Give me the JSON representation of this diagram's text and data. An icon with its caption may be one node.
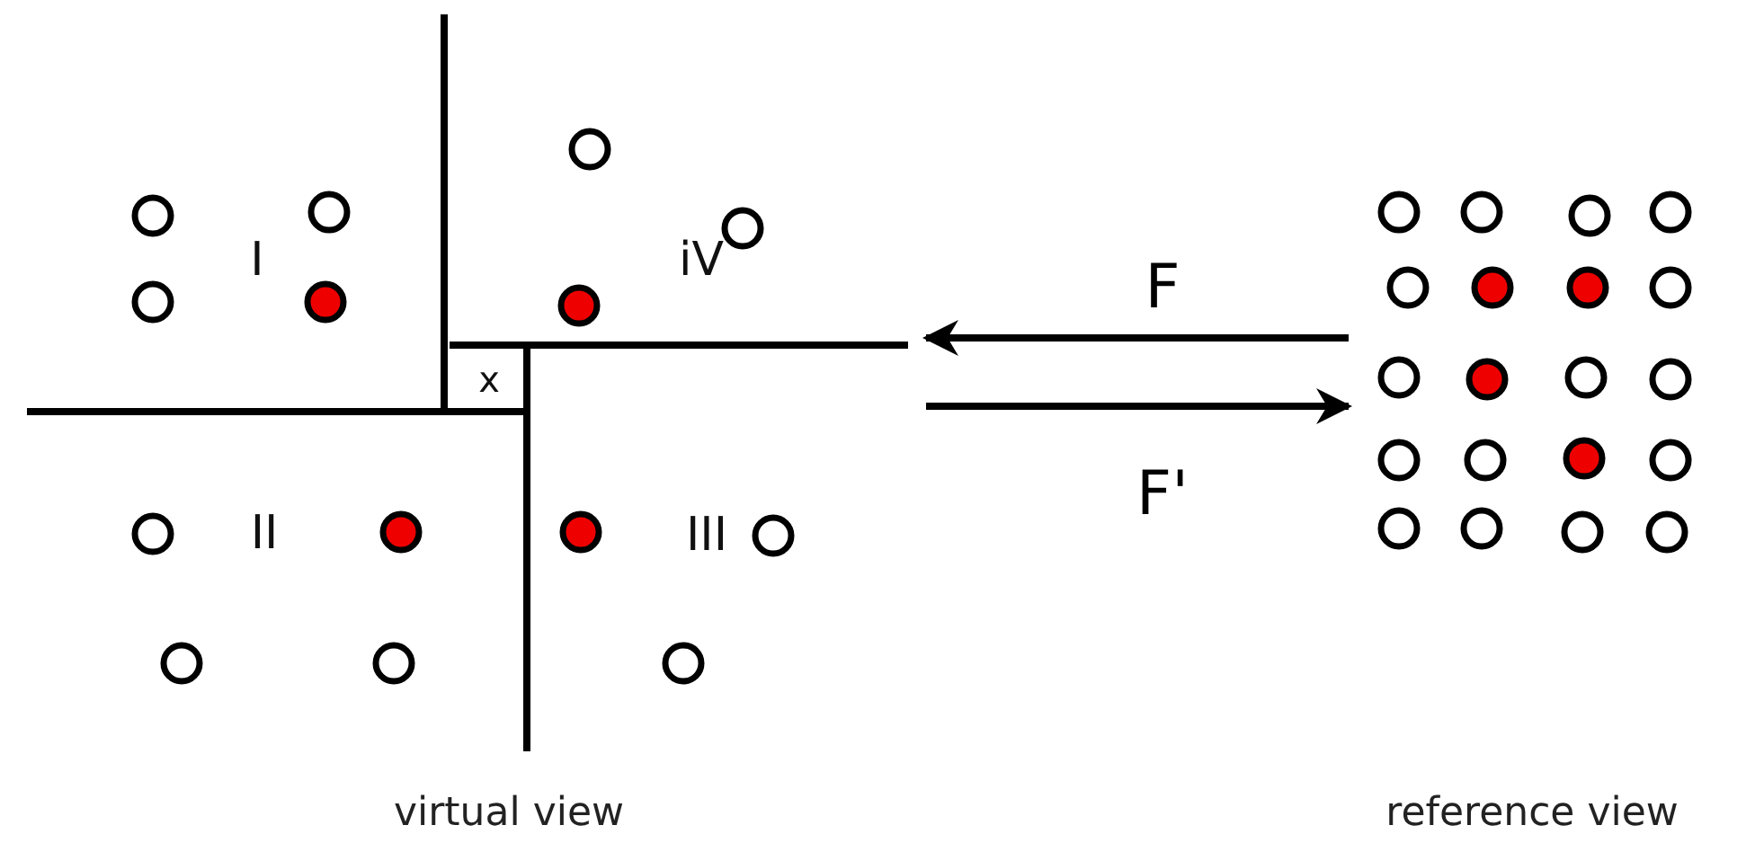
{
  "diagram": {
    "nodes": [
      {
        "text": [
          "virtual view"
        ]
      },
      {
        "text": [
          "reference view"
        ]
      }
    ],
    "edges": [
      {
        "from": 1,
        "to": 0,
        "arrow": "to",
        "label": "F"
      },
      {
        "from": 0,
        "to": 1,
        "arrow": "to",
        "label": "F'"
      }
    ],
    "labels": [
      "I",
      "iV",
      "x",
      "II",
      "III"
    ]
  }
}
